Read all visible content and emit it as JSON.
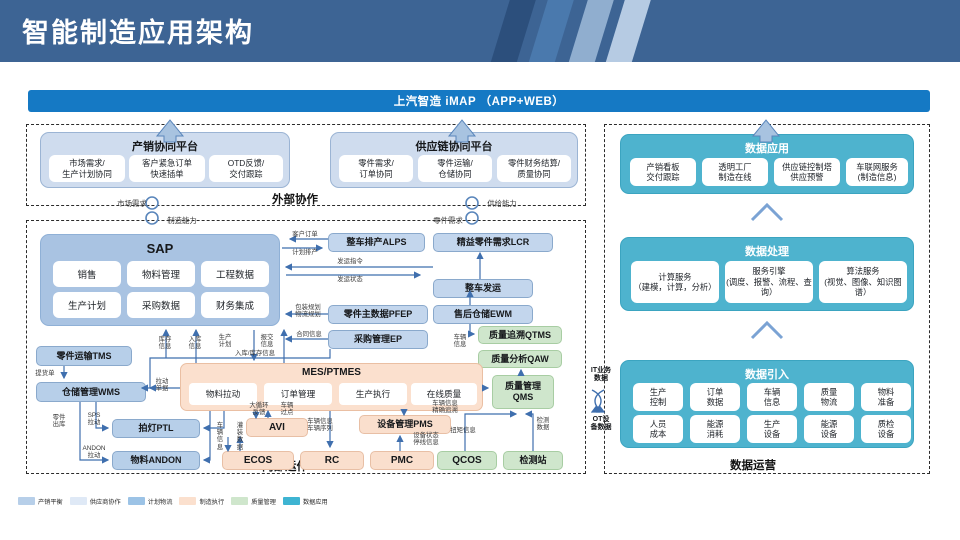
{
  "header": {
    "title": "智能制造应用架构"
  },
  "imap_bar": {
    "label": "上汽智造 iMAP （APP+WEB）"
  },
  "regions": {
    "external": "外部协作",
    "internal": "内部运作",
    "data_ops": "数据运营"
  },
  "external": {
    "platforms": [
      {
        "title": "产销协同平台",
        "chips": [
          "市场需求/\n生产计划协同",
          "客户紧急订单\n快速插单",
          "OTD反馈/\n交付跟踪"
        ]
      },
      {
        "title": "供应链协同平台",
        "chips": [
          "零件需求/\n订单协同",
          "零件运输/\n仓储协同",
          "零件财务结算/\n质量协同"
        ]
      }
    ],
    "link_labels": [
      "市场需求",
      "制造能力",
      "供给能力",
      "零件需求"
    ]
  },
  "data_column": {
    "blocks": [
      {
        "title": "数据应用",
        "chips": [
          "产销看板\n交付跟踪",
          "透明工厂\n制造在线",
          "供应链控制塔\n供应预警",
          "车联网服务\n(制造信息)"
        ]
      },
      {
        "title": "数据处理",
        "chips": [
          "计算服务\n（建模，计算，分析）",
          "服务引擎\n(调度、报警、流程、查询）",
          "算法服务\n(视觉、图像、知识图谱）"
        ]
      },
      {
        "title": "数据引入",
        "chips": [
          "生产\n控制",
          "订单\n数据",
          "车辆\n信息",
          "质量\n物流",
          "物料\n准备",
          "人员\n成本",
          "能源\n消耗",
          "生产\n设备",
          "能源\n设备",
          "质检\n设备"
        ]
      }
    ]
  },
  "internal": {
    "sap": {
      "title": "SAP",
      "chips": [
        "销售",
        "物料管理",
        "工程数据",
        "生产计划",
        "采购数据",
        "财务集成"
      ]
    },
    "nodes": [
      {
        "id": "tms",
        "label": "零件运输TMS"
      },
      {
        "id": "wms",
        "label": "仓储管理WMS"
      },
      {
        "id": "ptl",
        "label": "拍灯PTL"
      },
      {
        "id": "andon",
        "label": "物料ANDON"
      },
      {
        "id": "alps",
        "label": "整车排产ALPS"
      },
      {
        "id": "lcr",
        "label": "精益零件需求LCR"
      },
      {
        "id": "vship",
        "label": "整车发运"
      },
      {
        "id": "pfep",
        "label": "零件主数据PFEP"
      },
      {
        "id": "ewm",
        "label": "售后仓储EWM"
      },
      {
        "id": "ep",
        "label": "采购管理EP"
      },
      {
        "id": "qtms",
        "label": "质量追溯QTMS"
      },
      {
        "id": "qaw",
        "label": "质量分析QAW"
      },
      {
        "id": "qms",
        "label": "质量管理\nQMS"
      },
      {
        "id": "avi",
        "label": "AVI"
      },
      {
        "id": "pms",
        "label": "设备管理PMS"
      },
      {
        "id": "ecos",
        "label": "ECOS"
      },
      {
        "id": "rc",
        "label": "RC"
      },
      {
        "id": "pmc",
        "label": "PMC"
      },
      {
        "id": "qcos",
        "label": "QCOS"
      },
      {
        "id": "station",
        "label": "检测站"
      }
    ],
    "mes": {
      "title": "MES/PTMES",
      "chips": [
        "物料拉动",
        "订单管理",
        "生产执行",
        "在线质量"
      ]
    },
    "flow_labels": [
      "客户订单",
      "计划排产",
      "发运指令",
      "发运状态",
      "包装规划\n物流规划",
      "合同信息",
      "入库/库存信息",
      "库存\n信息",
      "入库\n信息",
      "生产\n计划",
      "报交\n信息",
      "提货单",
      "拉动\n单据",
      "零件\n出库",
      "SPS\n拉动",
      "ANDON\n拉动",
      "车辆\n信息",
      "灌装\n数据",
      "大循环\n反馈",
      "车辆\n过点",
      "车辆信息\n车辆序列",
      "设备状态\n停线信息",
      "车辆信息\n精确追溯",
      "扭矩信息",
      "检测\n数据",
      "车辆\n信息"
    ],
    "it_ot": {
      "it": "IT业务\n数据",
      "ot": "OT设\n备数据"
    }
  },
  "legend": [
    {
      "label": "产销平衡",
      "color": "#b7cfe9"
    },
    {
      "label": "供应商协作",
      "color": "#dfe9f6"
    },
    {
      "label": "计划物流",
      "color": "#9cc3e6"
    },
    {
      "label": "制造执行",
      "color": "#fbe0ce"
    },
    {
      "label": "质量管理",
      "color": "#cfe6cc"
    },
    {
      "label": "数据应用",
      "color": "#3eb4d2"
    }
  ],
  "colors": {
    "header_bg": "#3d6494",
    "imap_bg": "#1579c4",
    "cyan_panel": "#4eb3ce",
    "blue_panel": "#cfdcee",
    "arrow": "#3f6fae"
  }
}
